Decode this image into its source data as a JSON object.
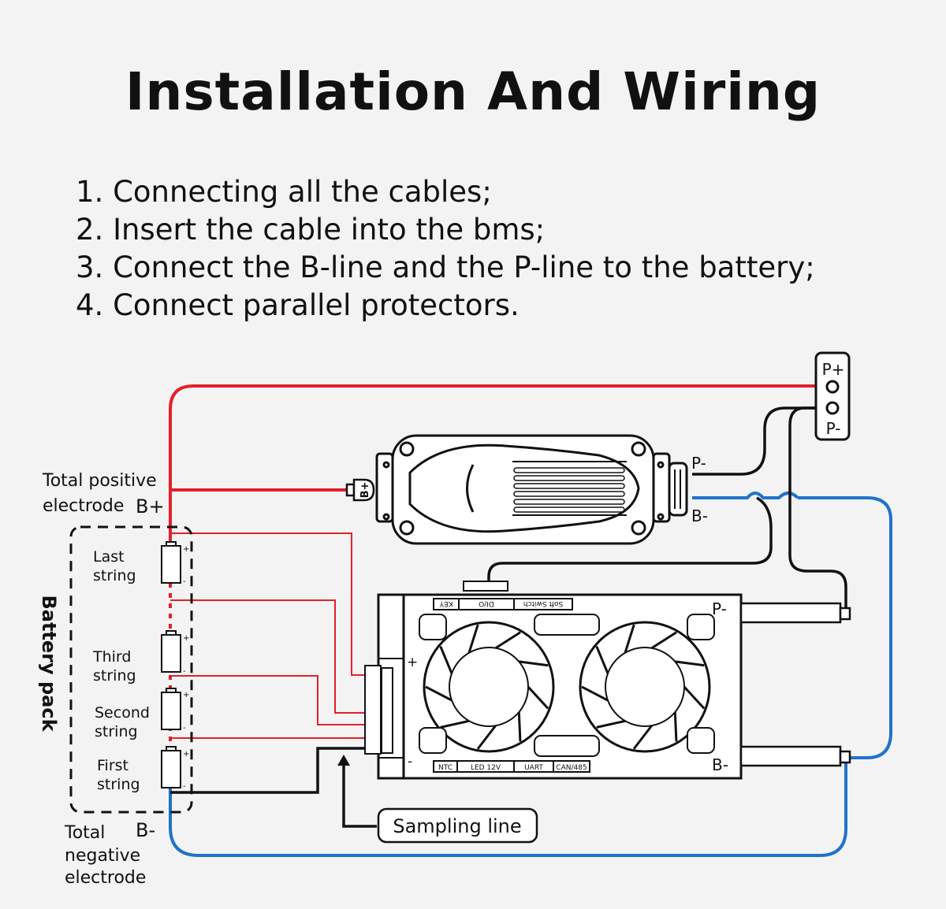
{
  "title": "Installation And Wiring",
  "steps": [
    "1. Connecting all the cables;",
    "2. Insert the cable into the bms;",
    "3. Connect the B-line and the P-line to the battery;",
    "4. Connect parallel protectors."
  ],
  "diagram": {
    "battery_pack": {
      "label": "Battery pack",
      "strings": [
        "Last string",
        "Third string",
        "Second string",
        "First string"
      ]
    },
    "total_positive": {
      "label_line1": "Total positive",
      "label_line2": "electrode",
      "terminal": "B+"
    },
    "total_negative": {
      "label_line1": "Total",
      "label_line2": "negative",
      "label_line3": "electrode",
      "terminal": "B-"
    },
    "sampling_line": "Sampling line",
    "terminal_block": {
      "top": "P+",
      "bottom": "P-"
    },
    "parallel_protector": {
      "b_plus": "B+",
      "p_minus": "P-",
      "b_minus": "B-"
    },
    "bms": {
      "p_minus": "P-",
      "b_minus": "B-",
      "plus": "+",
      "minus": "-",
      "top_ports": [
        "KEY",
        "DI/O",
        "Soft Switch"
      ],
      "bottom_ports": [
        "NTC",
        "LED 12V",
        "UART",
        "CAN/485"
      ]
    },
    "cell_plus": "+",
    "cell_minus": "-",
    "colors": {
      "positive_wire": "#e3202a",
      "negative_wire": "#1f73c8",
      "line": "#111111"
    }
  }
}
